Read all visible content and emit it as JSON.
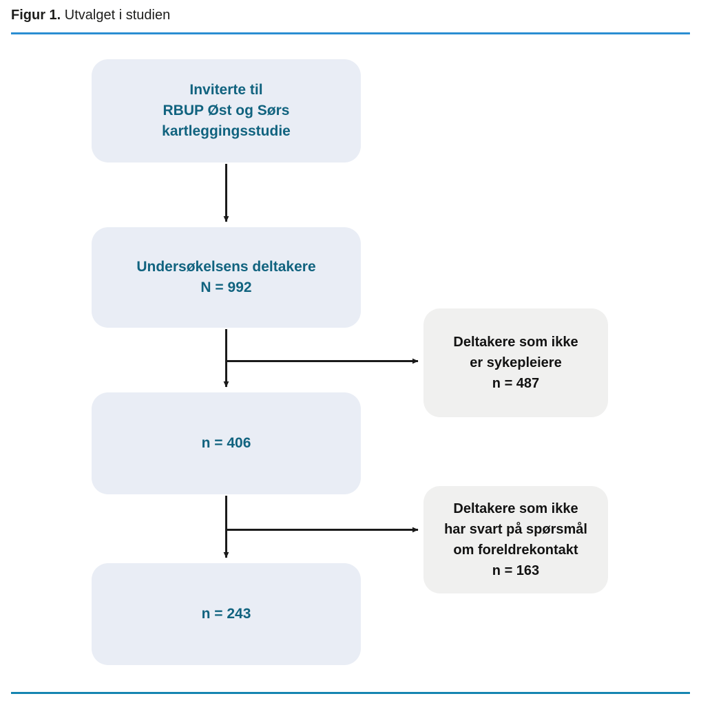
{
  "figure": {
    "label": "Figur 1.",
    "title": "Utvalget i studien"
  },
  "colors": {
    "accent_rule_top": "#2a8ed2",
    "accent_rule_bottom": "#1585b1",
    "node_main_fill": "#e9edf5",
    "node_main_text": "#11637f",
    "node_excluded_fill": "#f0f0ef",
    "node_excluded_text": "#121212",
    "connector": "#1a1a1a"
  },
  "flow": {
    "nodes": [
      {
        "id": "invited",
        "kind": "main",
        "text": "Inviterte til\nRBUP Øst og Sørs\nkartleggingsstudie"
      },
      {
        "id": "participants",
        "kind": "main",
        "text": "Undersøkelsens deltakere\nN = 992",
        "count_label": "N = 992",
        "count": 992
      },
      {
        "id": "nurses",
        "kind": "main",
        "text": "n = 406",
        "count_label": "n = 406",
        "count": 406
      },
      {
        "id": "final",
        "kind": "main",
        "text": "n = 243",
        "count_label": "n = 243",
        "count": 243
      }
    ],
    "excluded": [
      {
        "id": "excluded-nurses",
        "kind": "excluded",
        "text": "Deltakere som ikke\ner sykepleiere\nn = 487",
        "count_label": "n = 487",
        "count": 487
      },
      {
        "id": "excluded-parent",
        "kind": "excluded",
        "text": "Deltakere som ikke\nhar svart på spørsmål\nom foreldrekontakt\nn = 163",
        "count_label": "n = 163",
        "count": 163
      }
    ]
  }
}
